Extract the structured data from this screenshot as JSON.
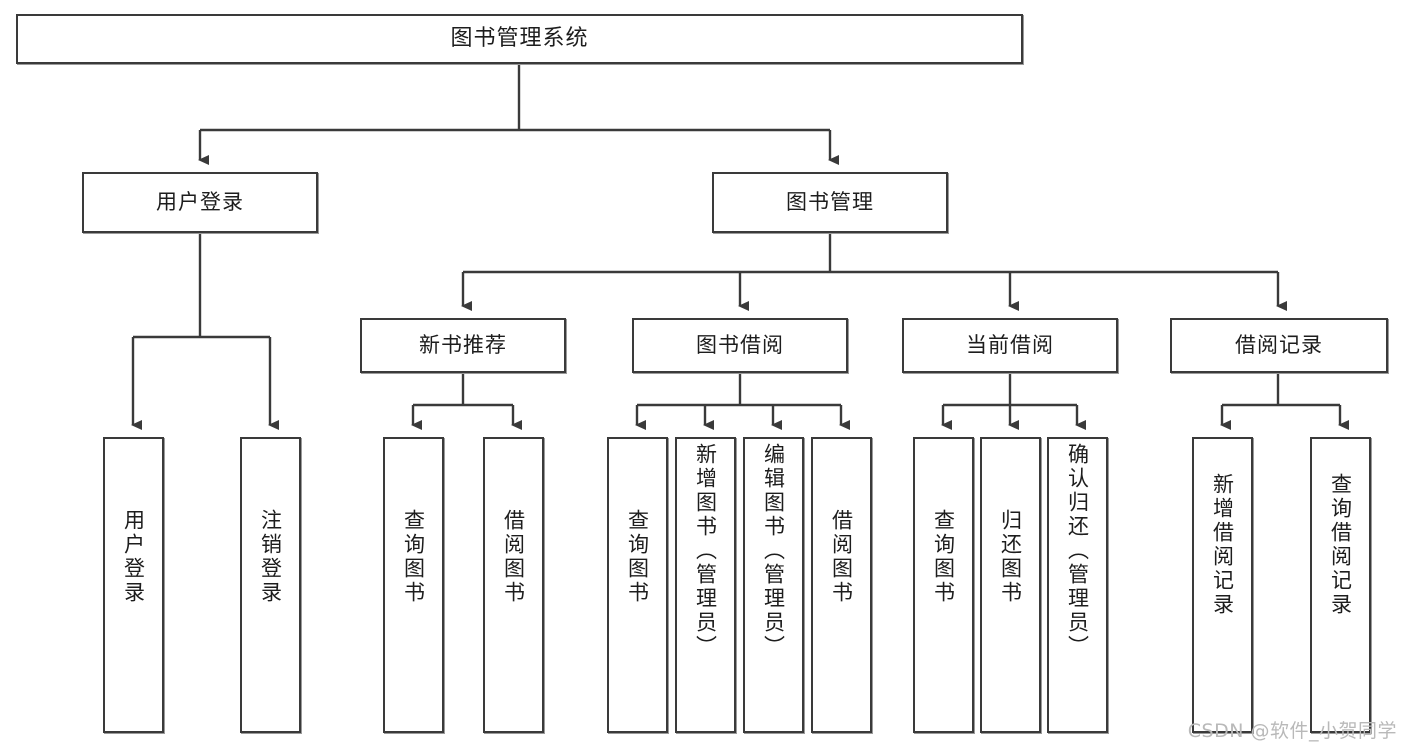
{
  "diagram": {
    "type": "tree",
    "title": "图书管理系统",
    "stroke_color": "#3a3a3a",
    "fill_color": "#ffffff",
    "text_color": "#1d1d1d",
    "watermark": "CSDN @软件_小贺同学",
    "nodes": {
      "root": {
        "label": "图书管理系统"
      },
      "level2": [
        {
          "id": "user-login",
          "label": "用户登录"
        },
        {
          "id": "book-manage",
          "label": "图书管理"
        }
      ],
      "level3": [
        {
          "id": "new-book-recommend",
          "label": "新书推荐"
        },
        {
          "id": "book-borrow",
          "label": "图书借阅"
        },
        {
          "id": "current-borrow",
          "label": "当前借阅"
        },
        {
          "id": "borrow-record",
          "label": "借阅记录"
        }
      ],
      "leaves": {
        "user_login": [
          {
            "id": "leaf-user-login",
            "label": "用户登录"
          },
          {
            "id": "leaf-logout",
            "label": "注销登录"
          }
        ],
        "new_book_recommend": [
          {
            "id": "leaf-query-book-1",
            "label": "查询图书"
          },
          {
            "id": "leaf-borrow-book-1",
            "label": "借阅图书"
          }
        ],
        "book_borrow": [
          {
            "id": "leaf-query-book-2",
            "label": "查询图书"
          },
          {
            "id": "leaf-add-book",
            "label": "新增图书（管理员）"
          },
          {
            "id": "leaf-edit-book",
            "label": "编辑图书（管理员）"
          },
          {
            "id": "leaf-borrow-book-2",
            "label": "借阅图书"
          }
        ],
        "current_borrow": [
          {
            "id": "leaf-query-book-3",
            "label": "查询图书"
          },
          {
            "id": "leaf-return-book",
            "label": "归还图书"
          },
          {
            "id": "leaf-confirm-return",
            "label": "确认归还（管理员）"
          }
        ],
        "borrow_record": [
          {
            "id": "leaf-add-record",
            "label": "新增借阅记录"
          },
          {
            "id": "leaf-query-record",
            "label": "查询借阅记录"
          }
        ]
      }
    }
  }
}
